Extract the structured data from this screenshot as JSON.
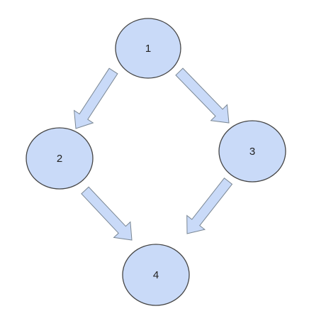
{
  "diagram": {
    "colors": {
      "node_fill": "#c9daf8",
      "node_stroke": "#454545",
      "arrow_fill": "#c9daf8",
      "arrow_stroke": "#7a8794",
      "label": "#222222",
      "background": "#ffffff"
    },
    "nodes": [
      {
        "id": "1",
        "label": "1"
      },
      {
        "id": "2",
        "label": "2"
      },
      {
        "id": "3",
        "label": "3"
      },
      {
        "id": "4",
        "label": "4"
      }
    ],
    "edges": [
      {
        "from": "1",
        "to": "2"
      },
      {
        "from": "1",
        "to": "3"
      },
      {
        "from": "2",
        "to": "4"
      },
      {
        "from": "3",
        "to": "4"
      }
    ]
  }
}
